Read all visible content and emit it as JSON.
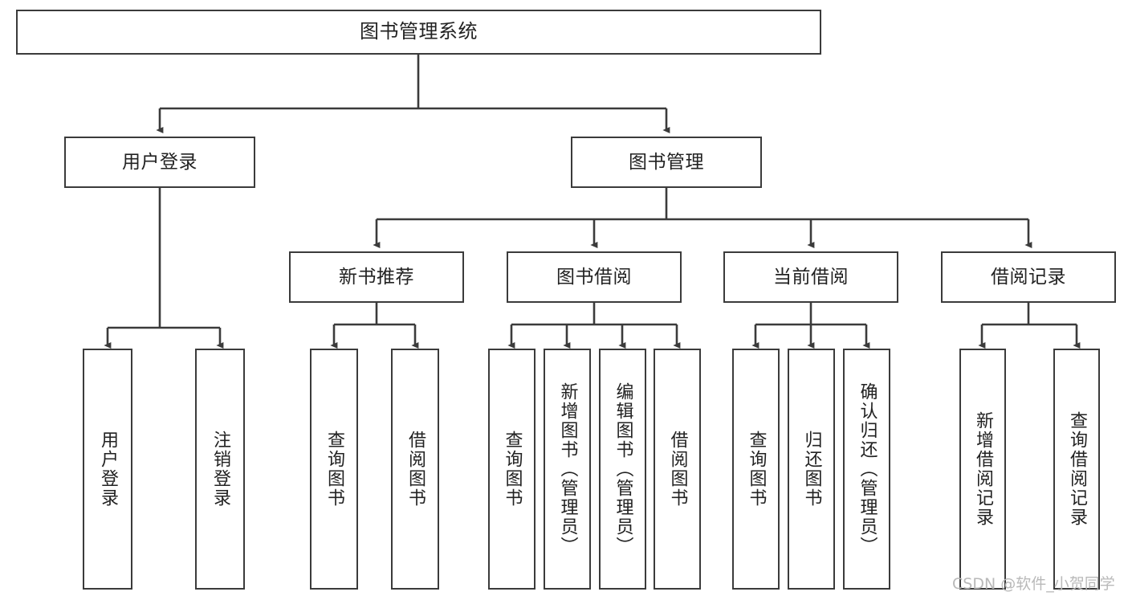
{
  "diagram": {
    "type": "tree-hierarchy-flowchart",
    "title": "图书管理系统",
    "orientation": "top-down",
    "line_color": "#3b3b3b",
    "box_fill": "#ffffff",
    "text_color": "#222222",
    "levels": 4
  },
  "root": {
    "label": "图书管理系统"
  },
  "level2": [
    {
      "label": "用户登录"
    },
    {
      "label": "图书管理"
    }
  ],
  "level3": [
    {
      "label": "新书推荐"
    },
    {
      "label": "图书借阅"
    },
    {
      "label": "当前借阅"
    },
    {
      "label": "借阅记录"
    }
  ],
  "leaves": {
    "user_login": [
      {
        "label": "用户登录"
      },
      {
        "label": "注销登录"
      }
    ],
    "new_book_recommend": [
      {
        "label": "查询图书"
      },
      {
        "label": "借阅图书"
      }
    ],
    "book_borrow": [
      {
        "label": "查询图书"
      },
      {
        "label": "新增图书（管理员）"
      },
      {
        "label": "编辑图书（管理员）"
      },
      {
        "label": "借阅图书"
      }
    ],
    "current_borrow": [
      {
        "label": "查询图书"
      },
      {
        "label": "归还图书"
      },
      {
        "label": "确认归还（管理员）"
      }
    ],
    "borrow_record": [
      {
        "label": "新增借阅记录"
      },
      {
        "label": "查询借阅记录"
      }
    ]
  },
  "watermark": {
    "text": "CSDN @软件_小贺同学"
  }
}
